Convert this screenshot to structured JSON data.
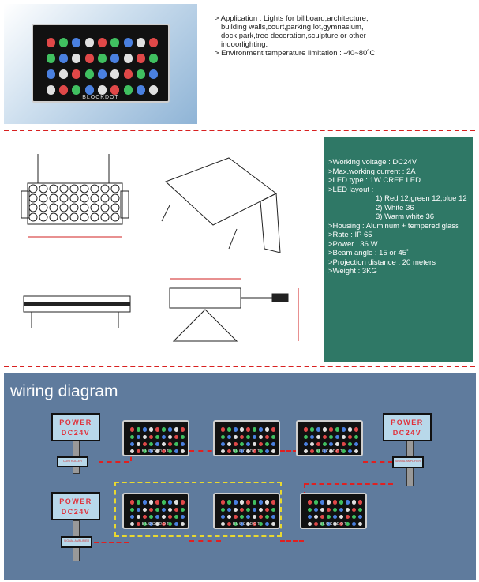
{
  "application": {
    "lines": [
      "> Application : Lights for billboard,architecture,",
      "building walls,court,parking lot,gymnasium,",
      "dock,park,tree decoration,sculpture or other",
      "indoorlighting.",
      "> Environment temperature limitation : -40~80˚C"
    ]
  },
  "product": {
    "brand": "BLOCKDOT"
  },
  "specs": {
    "lines": [
      ">Working voltage : DC24V",
      ">Max.working current : 2A",
      ">LED type : 1W CREE LED",
      ">LED layout :"
    ],
    "layout": [
      "1) Red 12,green 12,blue 12",
      "2) White 36",
      "3) Warm white 36"
    ],
    "lines2": [
      ">Housing : Aluminum + tempered glass",
      ">Rate : IP 65",
      ">Power : 36 W",
      ">Beam angle : 15 or 45˚",
      ">Projection distance : 20 meters",
      ">Weight : 3KG"
    ]
  },
  "wiring": {
    "title": "wiring diagram",
    "power_line1": "POWER",
    "power_line2": "DC24V",
    "controller": "CONTROLLER",
    "amplifier": "SIGNAL AMPLIFIER"
  },
  "colors": {
    "spec_bg": "#2f7866",
    "wiring_bg": "#5f7b9d",
    "dash": "#d82020"
  }
}
